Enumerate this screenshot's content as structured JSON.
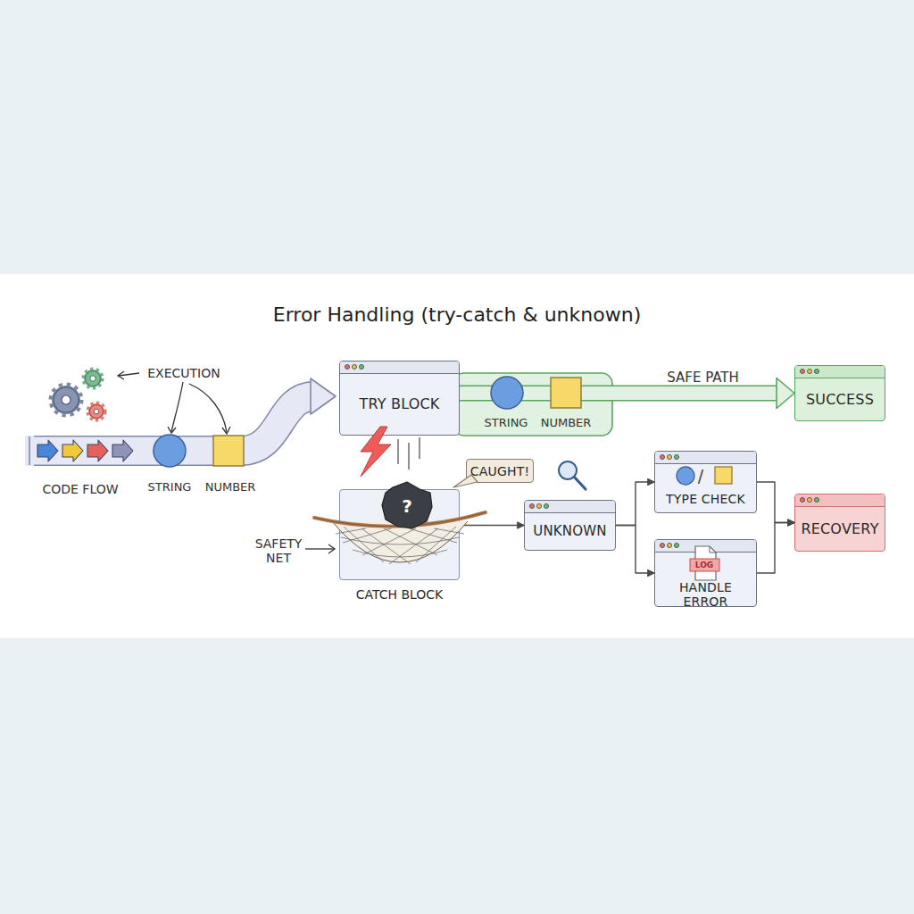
{
  "diagram": {
    "title": "Error Handling (try-catch & unknown)",
    "nodes": [
      {
        "text": [
          "TRY BLOCK"
        ]
      },
      {
        "text": [
          "SUCCESS"
        ]
      },
      {
        "text": [
          "CATCH BLOCK"
        ]
      },
      {
        "text": [
          "CAUGHT!"
        ]
      },
      {
        "text": [
          "UNKNOWN"
        ]
      },
      {
        "text": [
          "TYPE CHECK"
        ]
      },
      {
        "text": [
          "HANDLE ERROR"
        ]
      },
      {
        "text": [
          "RECOVERY"
        ]
      }
    ],
    "edges": [
      {
        "from": 0,
        "to": 1,
        "label": "SAFE PATH",
        "arrow": "to"
      },
      {
        "from": 2,
        "to": 4,
        "arrow": "to"
      },
      {
        "from": 4,
        "to": 5,
        "arrow": "to"
      },
      {
        "from": 4,
        "to": 6,
        "arrow": "to"
      },
      {
        "from": 5,
        "to": 7,
        "arrow": "to"
      },
      {
        "from": 6,
        "to": 7,
        "arrow": "to"
      }
    ],
    "labels": [
      "EXECUTION",
      "CODE FLOW",
      "STRING",
      "NUMBER",
      "STRING",
      "NUMBER",
      "SAFETY NET",
      "/",
      "LOG",
      "?"
    ]
  }
}
